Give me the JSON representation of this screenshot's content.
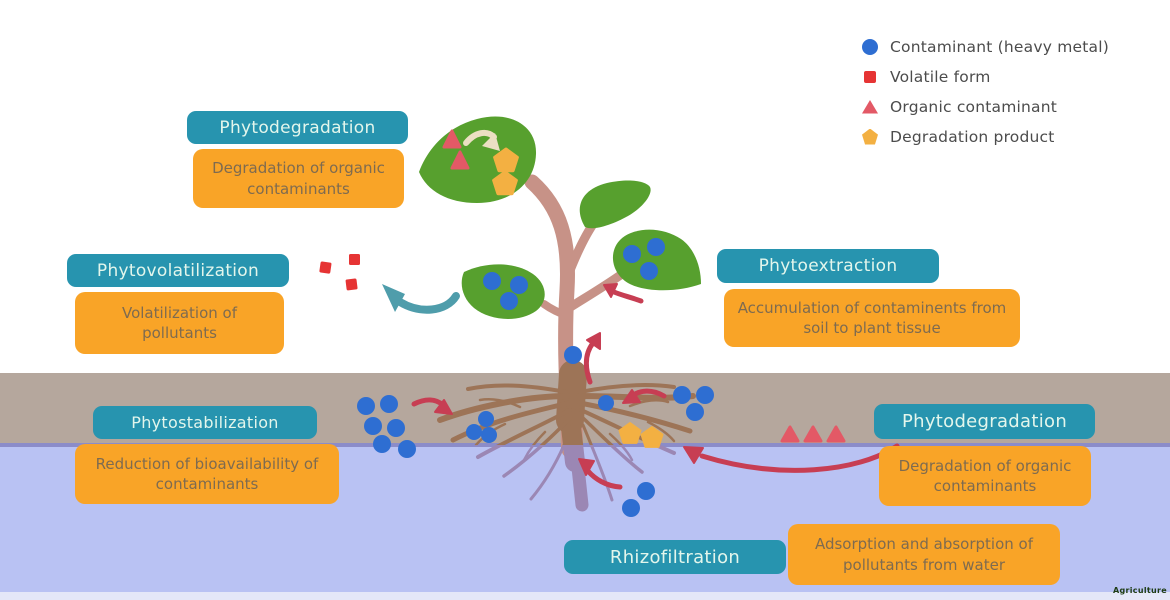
{
  "legend": {
    "items": [
      {
        "icon": "circle-icon",
        "label": "Contaminant (heavy metal)",
        "color": "#2e6ed2"
      },
      {
        "icon": "square-icon",
        "label": "Volatile form",
        "color": "#e63434"
      },
      {
        "icon": "triangle-icon",
        "label": "Organic contaminant",
        "color": "#e35966"
      },
      {
        "icon": "pentagon-icon",
        "label": "Degradation product",
        "color": "#f3b042"
      }
    ]
  },
  "processes": [
    {
      "id": "phytodegradation-leaf",
      "title": "Phytodegradation",
      "description": "Degradation of organic contaminants"
    },
    {
      "id": "phytovolatilization",
      "title": "Phytovolatilization",
      "description": "Volatilization of pollutants"
    },
    {
      "id": "phytoextraction",
      "title": "Phytoextraction",
      "description": "Accumulation of contaminents from soil to plant tissue"
    },
    {
      "id": "phytostabilization",
      "title": "Phytostabilization",
      "description": "Reduction of bioavailability of contaminants"
    },
    {
      "id": "phytodegradation-soil",
      "title": "Phytodegradation",
      "description": "Degradation of organic contaminants"
    },
    {
      "id": "rhizofiltration",
      "title": "Rhizofiltration",
      "description": "Adsorption and absorption of pollutants from water"
    }
  ],
  "watermark": "Agriculture",
  "colors": {
    "process_title_bg": "#2794af",
    "process_title_text": "#e3f6ec",
    "process_desc_bg": "#f9a427",
    "process_desc_text": "#7e6b50",
    "soil": "#b5a79d",
    "water": "#b9c2f3",
    "soil_water_divider": "#8b8cc9",
    "leaf_green": "#57a02e",
    "stem": "#c79287",
    "root_soil": "#9d7457",
    "root_water": "#9b87b4",
    "contaminant_blue": "#2e6ed2",
    "volatile_red": "#e63434",
    "organic_pink": "#e35966",
    "degradation_orange": "#f3b042",
    "flow_arrow_red": "#c73e53",
    "volatilize_arrow_teal": "#4f9dab",
    "degrade_arrow_cream": "#ecdfc3"
  }
}
